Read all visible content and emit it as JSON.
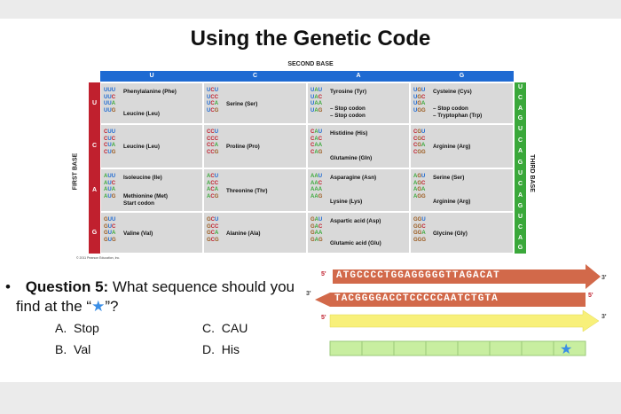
{
  "title": "Using the Genetic Code",
  "second_base_label": "SECOND BASE",
  "first_base_label": "FIRST BASE",
  "third_base_label": "THIRD BASE",
  "columns": [
    "U",
    "C",
    "A",
    "G"
  ],
  "rows": [
    "U",
    "C",
    "A",
    "G"
  ],
  "third_letters": [
    "U",
    "C",
    "A",
    "G"
  ],
  "table": [
    [
      {
        "codons": [
          "UUU",
          "UUC",
          "UUA",
          "UUG"
        ],
        "aas": [
          "Phenylalanine (Phe)",
          "Leucine (Leu)"
        ]
      },
      {
        "codons": [
          "UCU",
          "UCC",
          "UCA",
          "UCG"
        ],
        "aas": [
          "Serine (Ser)"
        ]
      },
      {
        "codons": [
          "UAU",
          "UAC",
          "UAA",
          "UAG"
        ],
        "aas": [
          "Tyrosine (Tyr)",
          "– Stop codon",
          "– Stop codon"
        ]
      },
      {
        "codons": [
          "UGU",
          "UGC",
          "UGA",
          "UGG"
        ],
        "aas": [
          "Cysteine (Cys)",
          "– Stop codon",
          "– Tryptophan (Trp)"
        ]
      }
    ],
    [
      {
        "codons": [
          "CUU",
          "CUC",
          "CUA",
          "CUG"
        ],
        "aas": [
          "Leucine (Leu)"
        ]
      },
      {
        "codons": [
          "CCU",
          "CCC",
          "CCA",
          "CCG"
        ],
        "aas": [
          "Proline (Pro)"
        ]
      },
      {
        "codons": [
          "CAU",
          "CAC",
          "CAA",
          "CAG"
        ],
        "aas": [
          "Histidine (His)",
          "Glutamine (Gln)"
        ]
      },
      {
        "codons": [
          "CGU",
          "CGC",
          "CGA",
          "CGG"
        ],
        "aas": [
          "Arginine (Arg)"
        ]
      }
    ],
    [
      {
        "codons": [
          "AUU",
          "AUC",
          "AUA",
          "AUG"
        ],
        "aas": [
          "Isoleucine (Ile)",
          "Methionine (Met)",
          "Start codon"
        ]
      },
      {
        "codons": [
          "ACU",
          "ACC",
          "ACA",
          "ACG"
        ],
        "aas": [
          "Threonine (Thr)"
        ]
      },
      {
        "codons": [
          "AAU",
          "AAC",
          "AAA",
          "AAG"
        ],
        "aas": [
          "Asparagine (Asn)",
          "Lysine (Lys)"
        ]
      },
      {
        "codons": [
          "AGU",
          "AGC",
          "AGA",
          "AGG"
        ],
        "aas": [
          "Serine (Ser)",
          "Arginine (Arg)"
        ]
      }
    ],
    [
      {
        "codons": [
          "GUU",
          "GUC",
          "GUA",
          "GUG"
        ],
        "aas": [
          "Valine (Val)"
        ]
      },
      {
        "codons": [
          "GCU",
          "GCC",
          "GCA",
          "GCG"
        ],
        "aas": [
          "Alanine (Ala)"
        ]
      },
      {
        "codons": [
          "GAU",
          "GAC",
          "GAA",
          "GAG"
        ],
        "aas": [
          "Aspartic acid (Asp)",
          "Glutamic acid (Glu)"
        ]
      },
      {
        "codons": [
          "GGU",
          "GGC",
          "GGA",
          "GGG"
        ],
        "aas": [
          "Glycine (Gly)"
        ]
      }
    ]
  ],
  "copyright": "© 2011 Pearson Education, Inc.",
  "question": {
    "label": "Question 5:",
    "text": " What sequence should you find at the “",
    "star": "★",
    "text_end": "”?",
    "options": [
      {
        "letter": "A.",
        "text": "Stop"
      },
      {
        "letter": "B.",
        "text": "Val"
      },
      {
        "letter": "C.",
        "text": "CAU"
      },
      {
        "letter": "D.",
        "text": "His"
      }
    ]
  },
  "dna": {
    "top_strand": "ATGCCCCTGGAGGGGGTTAGACAT",
    "bottom_strand": "TACGGGGACCTCCCCCAATCTGTA",
    "five": "5'",
    "three": "3'"
  },
  "colors": {
    "blue": "#1e6ad2",
    "red": "#c0202e",
    "green": "#3aa83a",
    "arrow_red": "#d2694a",
    "yellow": "#f8f07a",
    "light_green": "#c8eea0",
    "star": "#3a8ee6"
  }
}
